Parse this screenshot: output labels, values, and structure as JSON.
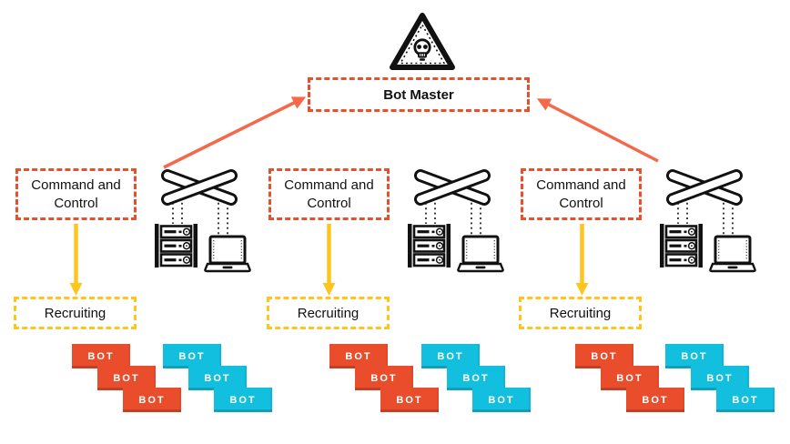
{
  "bot_master": {
    "label": "Bot Master"
  },
  "threat": {
    "icon": "skull-warning-triangle"
  },
  "clusters": [
    {
      "command_control_label": "Command and Control",
      "recruiting_label": "Recruiting",
      "bots": {
        "orange": [
          "BOT",
          "BOT",
          "BOT"
        ],
        "cyan": [
          "BOT",
          "BOT",
          "BOT"
        ]
      }
    },
    {
      "command_control_label": "Command and Control",
      "recruiting_label": "Recruiting",
      "bots": {
        "orange": [
          "BOT",
          "BOT",
          "BOT"
        ],
        "cyan": [
          "BOT",
          "BOT",
          "BOT"
        ]
      }
    },
    {
      "command_control_label": "Command and Control",
      "recruiting_label": "Recruiting",
      "bots": {
        "orange": [
          "BOT",
          "BOT",
          "BOT"
        ],
        "cyan": [
          "BOT",
          "BOT",
          "BOT"
        ]
      }
    }
  ],
  "icons": [
    "skull-warning-triangle",
    "network-switch",
    "server-rack",
    "laptop"
  ],
  "colors": {
    "node_border_orange": "#E8502B",
    "arrow_orange": "#F4694A",
    "yellow": "#FFC41E",
    "bot_card_orange": "#E94D2C",
    "bot_card_cyan": "#12BFDF",
    "line_black": "#111111"
  }
}
